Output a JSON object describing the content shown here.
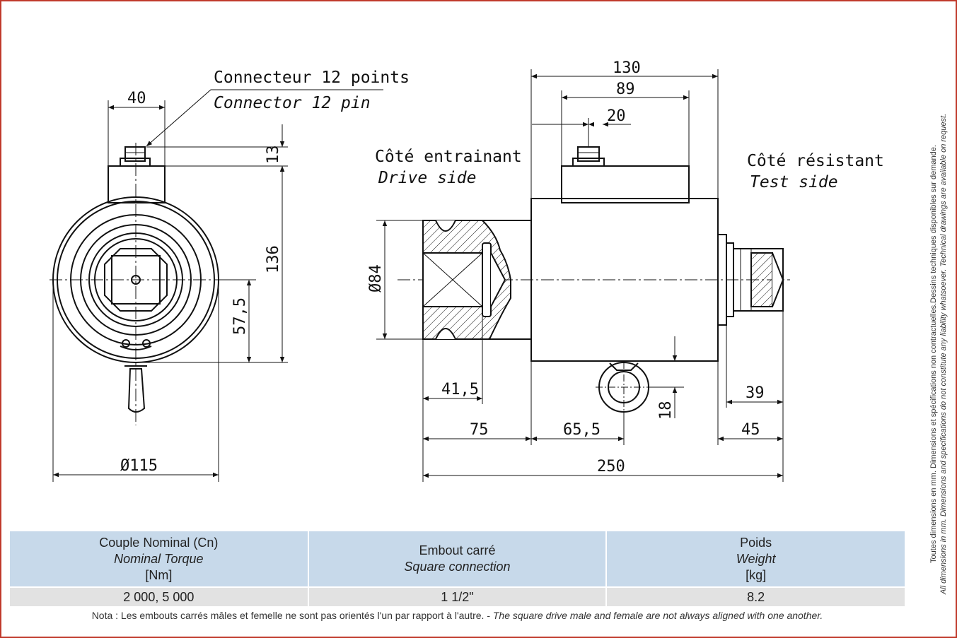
{
  "labels": {
    "connector_fr": "Connecteur 12 points",
    "connector_en": "Connector 12 pin",
    "drive_fr": "Côté entrainant",
    "drive_en": "Drive side",
    "test_fr": "Côté résistant",
    "test_en": "Test side"
  },
  "dimensions": {
    "d40": "40",
    "d13": "13",
    "d136": "136",
    "d57_5": "57,5",
    "dia115": "Ø115",
    "d130": "130",
    "d89": "89",
    "d20": "20",
    "dia84": "Ø84",
    "d41_5": "41,5",
    "d75": "75",
    "d65_5": "65,5",
    "d18": "18",
    "d39": "39",
    "d45": "45",
    "d250": "250"
  },
  "table": {
    "headers": [
      {
        "fr": "Couple Nominal (Cn)",
        "en": "Nominal Torque",
        "unit": "[Nm]"
      },
      {
        "fr": "Embout carré",
        "en": "Square connection",
        "unit": ""
      },
      {
        "fr": "Poids",
        "en": "Weight",
        "unit": "[kg]"
      }
    ],
    "row": [
      "2 000, 5 000",
      "1 1/2\"",
      "8.2"
    ]
  },
  "note": {
    "fr": "Nota : Les embouts carrés mâles et femelle ne sont pas orientés l'un par rapport à l'autre. - ",
    "en": "The square drive male and female are not always aligned with one another."
  },
  "side_note": {
    "fr": "Toutes dimensions en mm. Dimensions et spécifications non contractuelles.Dessins techniques disponibles sur demande.",
    "en": "All dimensions in mm. Dimensions and specifications do not constitute any liability whatsoever. Technical drawings are available on request."
  },
  "colors": {
    "frame": "#c0392b",
    "table_header": "#c7d9ea",
    "table_row": "#e2e2e2",
    "line": "#111111"
  }
}
